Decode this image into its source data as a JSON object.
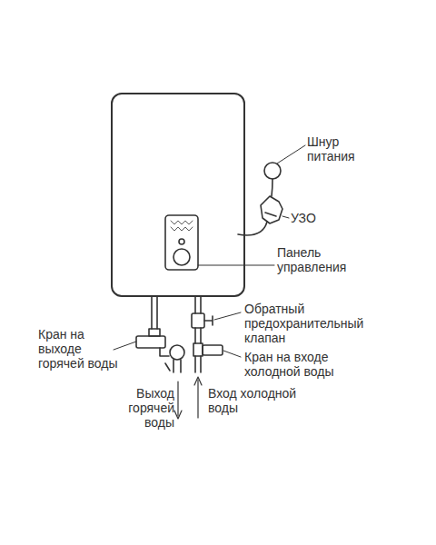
{
  "diagram": {
    "labels": [
      "Шнур питания",
      "УЗО",
      "Панель управления",
      "Обратный предохранительный клапан",
      "Кран на выходе горячей воды",
      "Кран на входе холодной воды",
      "Выход горячей воды",
      "Вход холодной воды"
    ]
  }
}
